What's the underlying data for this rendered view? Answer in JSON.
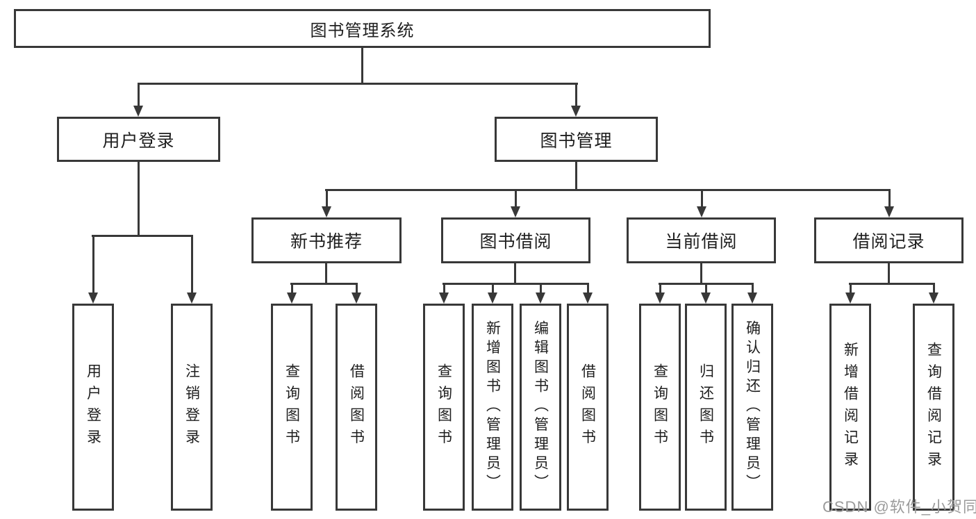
{
  "diagram": {
    "root": {
      "label": "图书管理系统"
    },
    "level2": [
      {
        "label": "用户登录"
      },
      {
        "label": "图书管理"
      }
    ],
    "level3": [
      {
        "label": "新书推荐"
      },
      {
        "label": "图书借阅"
      },
      {
        "label": "当前借阅"
      },
      {
        "label": "借阅记录"
      }
    ],
    "leaves": [
      {
        "label": "用户登录"
      },
      {
        "label": "注销登录"
      },
      {
        "label": "查询图书"
      },
      {
        "label": "借阅图书"
      },
      {
        "label": "查询图书"
      },
      {
        "label": "新增图书（管理员）"
      },
      {
        "label": "编辑图书（管理员）"
      },
      {
        "label": "借阅图书"
      },
      {
        "label": "查询图书"
      },
      {
        "label": "归还图书"
      },
      {
        "label": "确认归还（管理员）"
      },
      {
        "label": "新增借阅记录"
      },
      {
        "label": "查询借阅记录"
      }
    ]
  },
  "watermark": {
    "text": "CSDN @软件_小贺同学"
  },
  "colors": {
    "line": "#383838",
    "text": "#1e1e1e",
    "watermark": "#9b9b9b",
    "background": "#ffffff"
  }
}
